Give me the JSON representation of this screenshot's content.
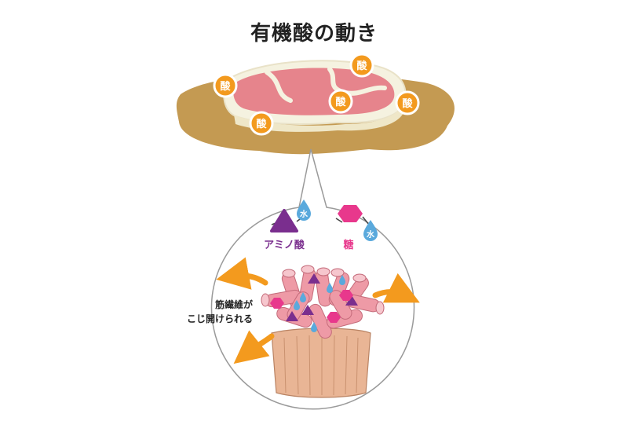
{
  "title": "有機酸の動き",
  "acid_badge": "酸",
  "water_badge": "水",
  "legend": {
    "amino_acid": "アミノ酸",
    "sugar": "糖"
  },
  "annotation": {
    "line1": "筋繊維が",
    "line2": "こじ開けられる"
  },
  "colors": {
    "meat": "#e6848c",
    "fat": "#f5f2e0",
    "marinade": "#c49a52",
    "acid": "#f39a1e",
    "amino_acid": "#7a2e8e",
    "sugar": "#e8388c",
    "water": "#5aa9dc",
    "arrow": "#f39a1e",
    "fiber": "#ee9aa6",
    "bundle": "#e9b595"
  }
}
